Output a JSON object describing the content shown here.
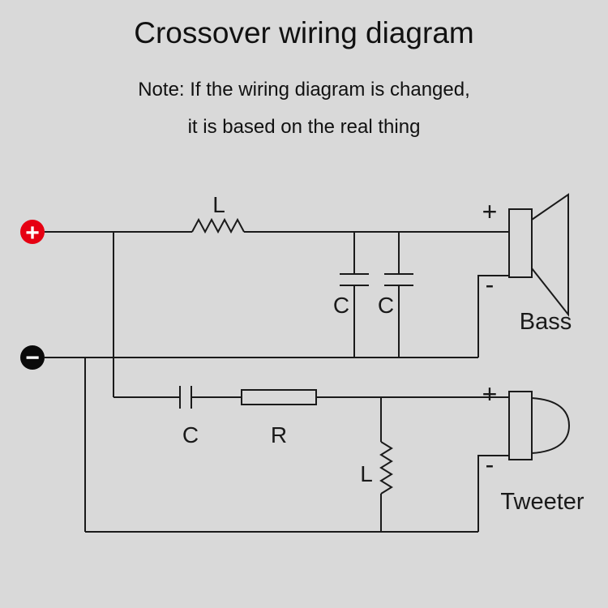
{
  "title": "Crossover wiring diagram",
  "note": {
    "line1": "Note: If the wiring diagram is changed,",
    "line2": "it is based on the real thing"
  },
  "terminals": {
    "plus": "+",
    "minus": "−"
  },
  "bass_section": {
    "inductor_label": "L",
    "cap1_label": "C",
    "cap2_label": "C",
    "plus": "+",
    "minus": "-",
    "name": "Bass"
  },
  "tweeter_section": {
    "cap_label": "C",
    "resistor_label": "R",
    "inductor_label": "L",
    "plus": "+",
    "minus": "-",
    "name": "Tweeter"
  },
  "colors": {
    "background": "#d9d9d9",
    "wire": "#1a1a1a",
    "plus_terminal": "#e60012",
    "minus_terminal": "#0a0a0a"
  }
}
